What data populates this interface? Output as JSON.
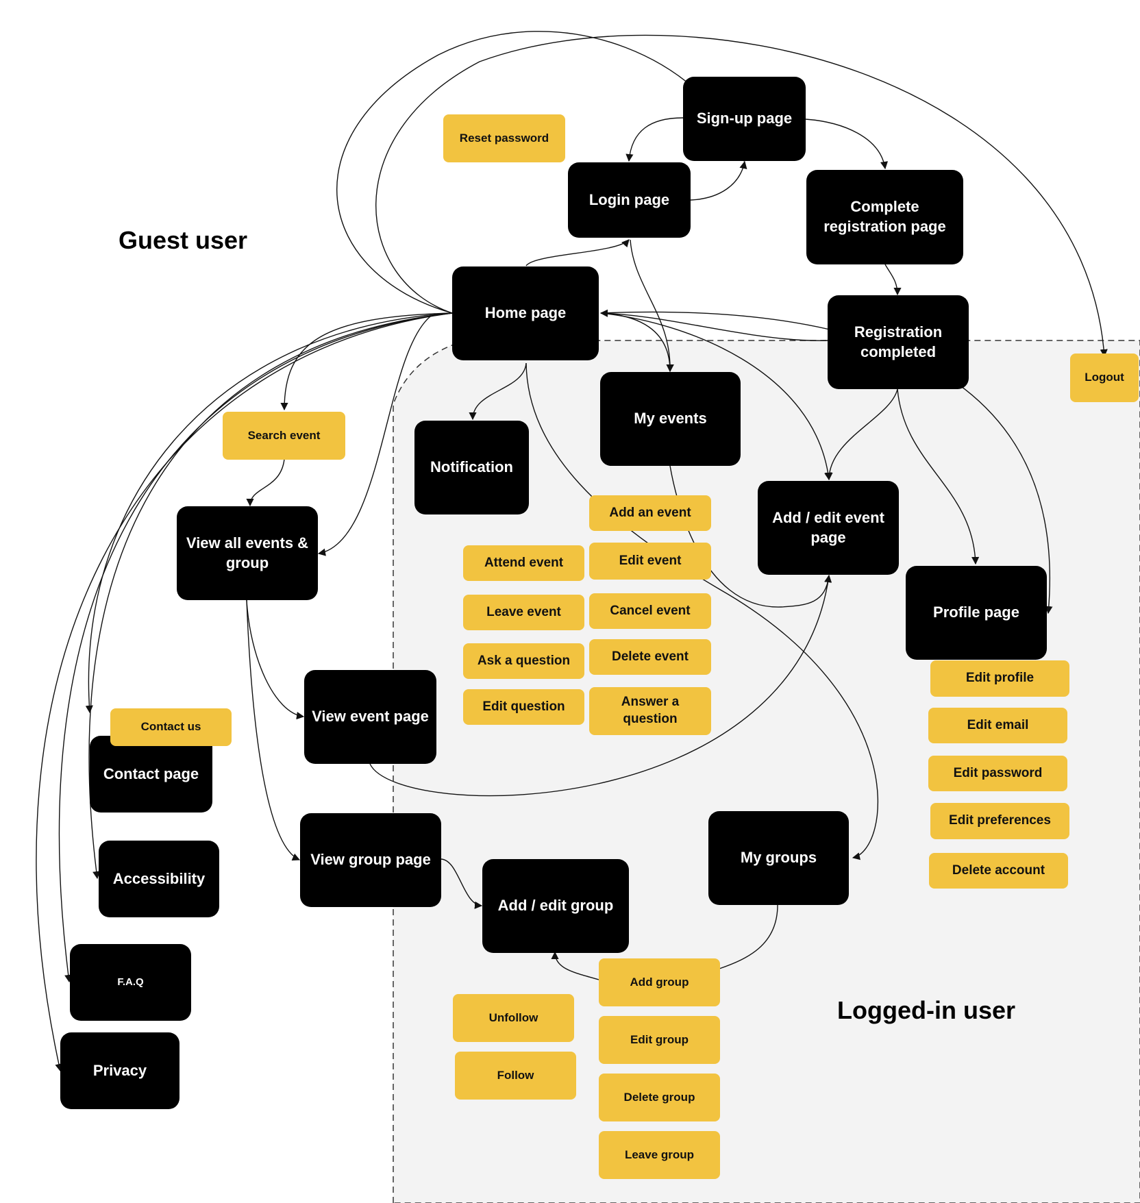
{
  "regions": {
    "guest": "Guest user",
    "logged_in": "Logged-in user"
  },
  "pages": {
    "signup": "Sign-up page",
    "login": "Login page",
    "complete_registration": "Complete registration page",
    "registration_completed": "Registration completed",
    "home": "Home page",
    "notification": "Notification",
    "my_events": "My events",
    "add_edit_event": "Add / edit event page",
    "profile": "Profile page",
    "view_all": "View all events & group",
    "view_event": "View event page",
    "contact": "Contact page",
    "accessibility": "Accessibility",
    "view_group": "View group page",
    "add_edit_group": "Add / edit group",
    "my_groups": "My groups",
    "faq": "F.A.Q",
    "privacy": "Privacy"
  },
  "actions": {
    "reset_password": "Reset password",
    "logout": "Logout",
    "search_event": "Search event",
    "add_event": "Add an event",
    "edit_event": "Edit event",
    "cancel_event": "Cancel event",
    "delete_event": "Delete event",
    "answer_question": "Answer a question",
    "attend_event": "Attend event",
    "leave_event": "Leave event",
    "ask_question": "Ask a question",
    "edit_question": "Edit  question",
    "edit_profile": "Edit profile",
    "edit_email": "Edit email",
    "edit_password": "Edit password",
    "edit_preferences": "Edit preferences",
    "delete_account": "Delete account",
    "contact_us": "Contact us",
    "add_group": "Add group",
    "edit_group": "Edit group",
    "delete_group": "Delete group",
    "leave_group": "Leave group",
    "unfollow": "Unfollow",
    "follow": "Follow"
  },
  "colors": {
    "page_fill": "#000000",
    "page_text": "#ffffff",
    "action_fill": "#F2C340",
    "action_text": "#111111",
    "logged_in_area": "#F3F3F3"
  }
}
